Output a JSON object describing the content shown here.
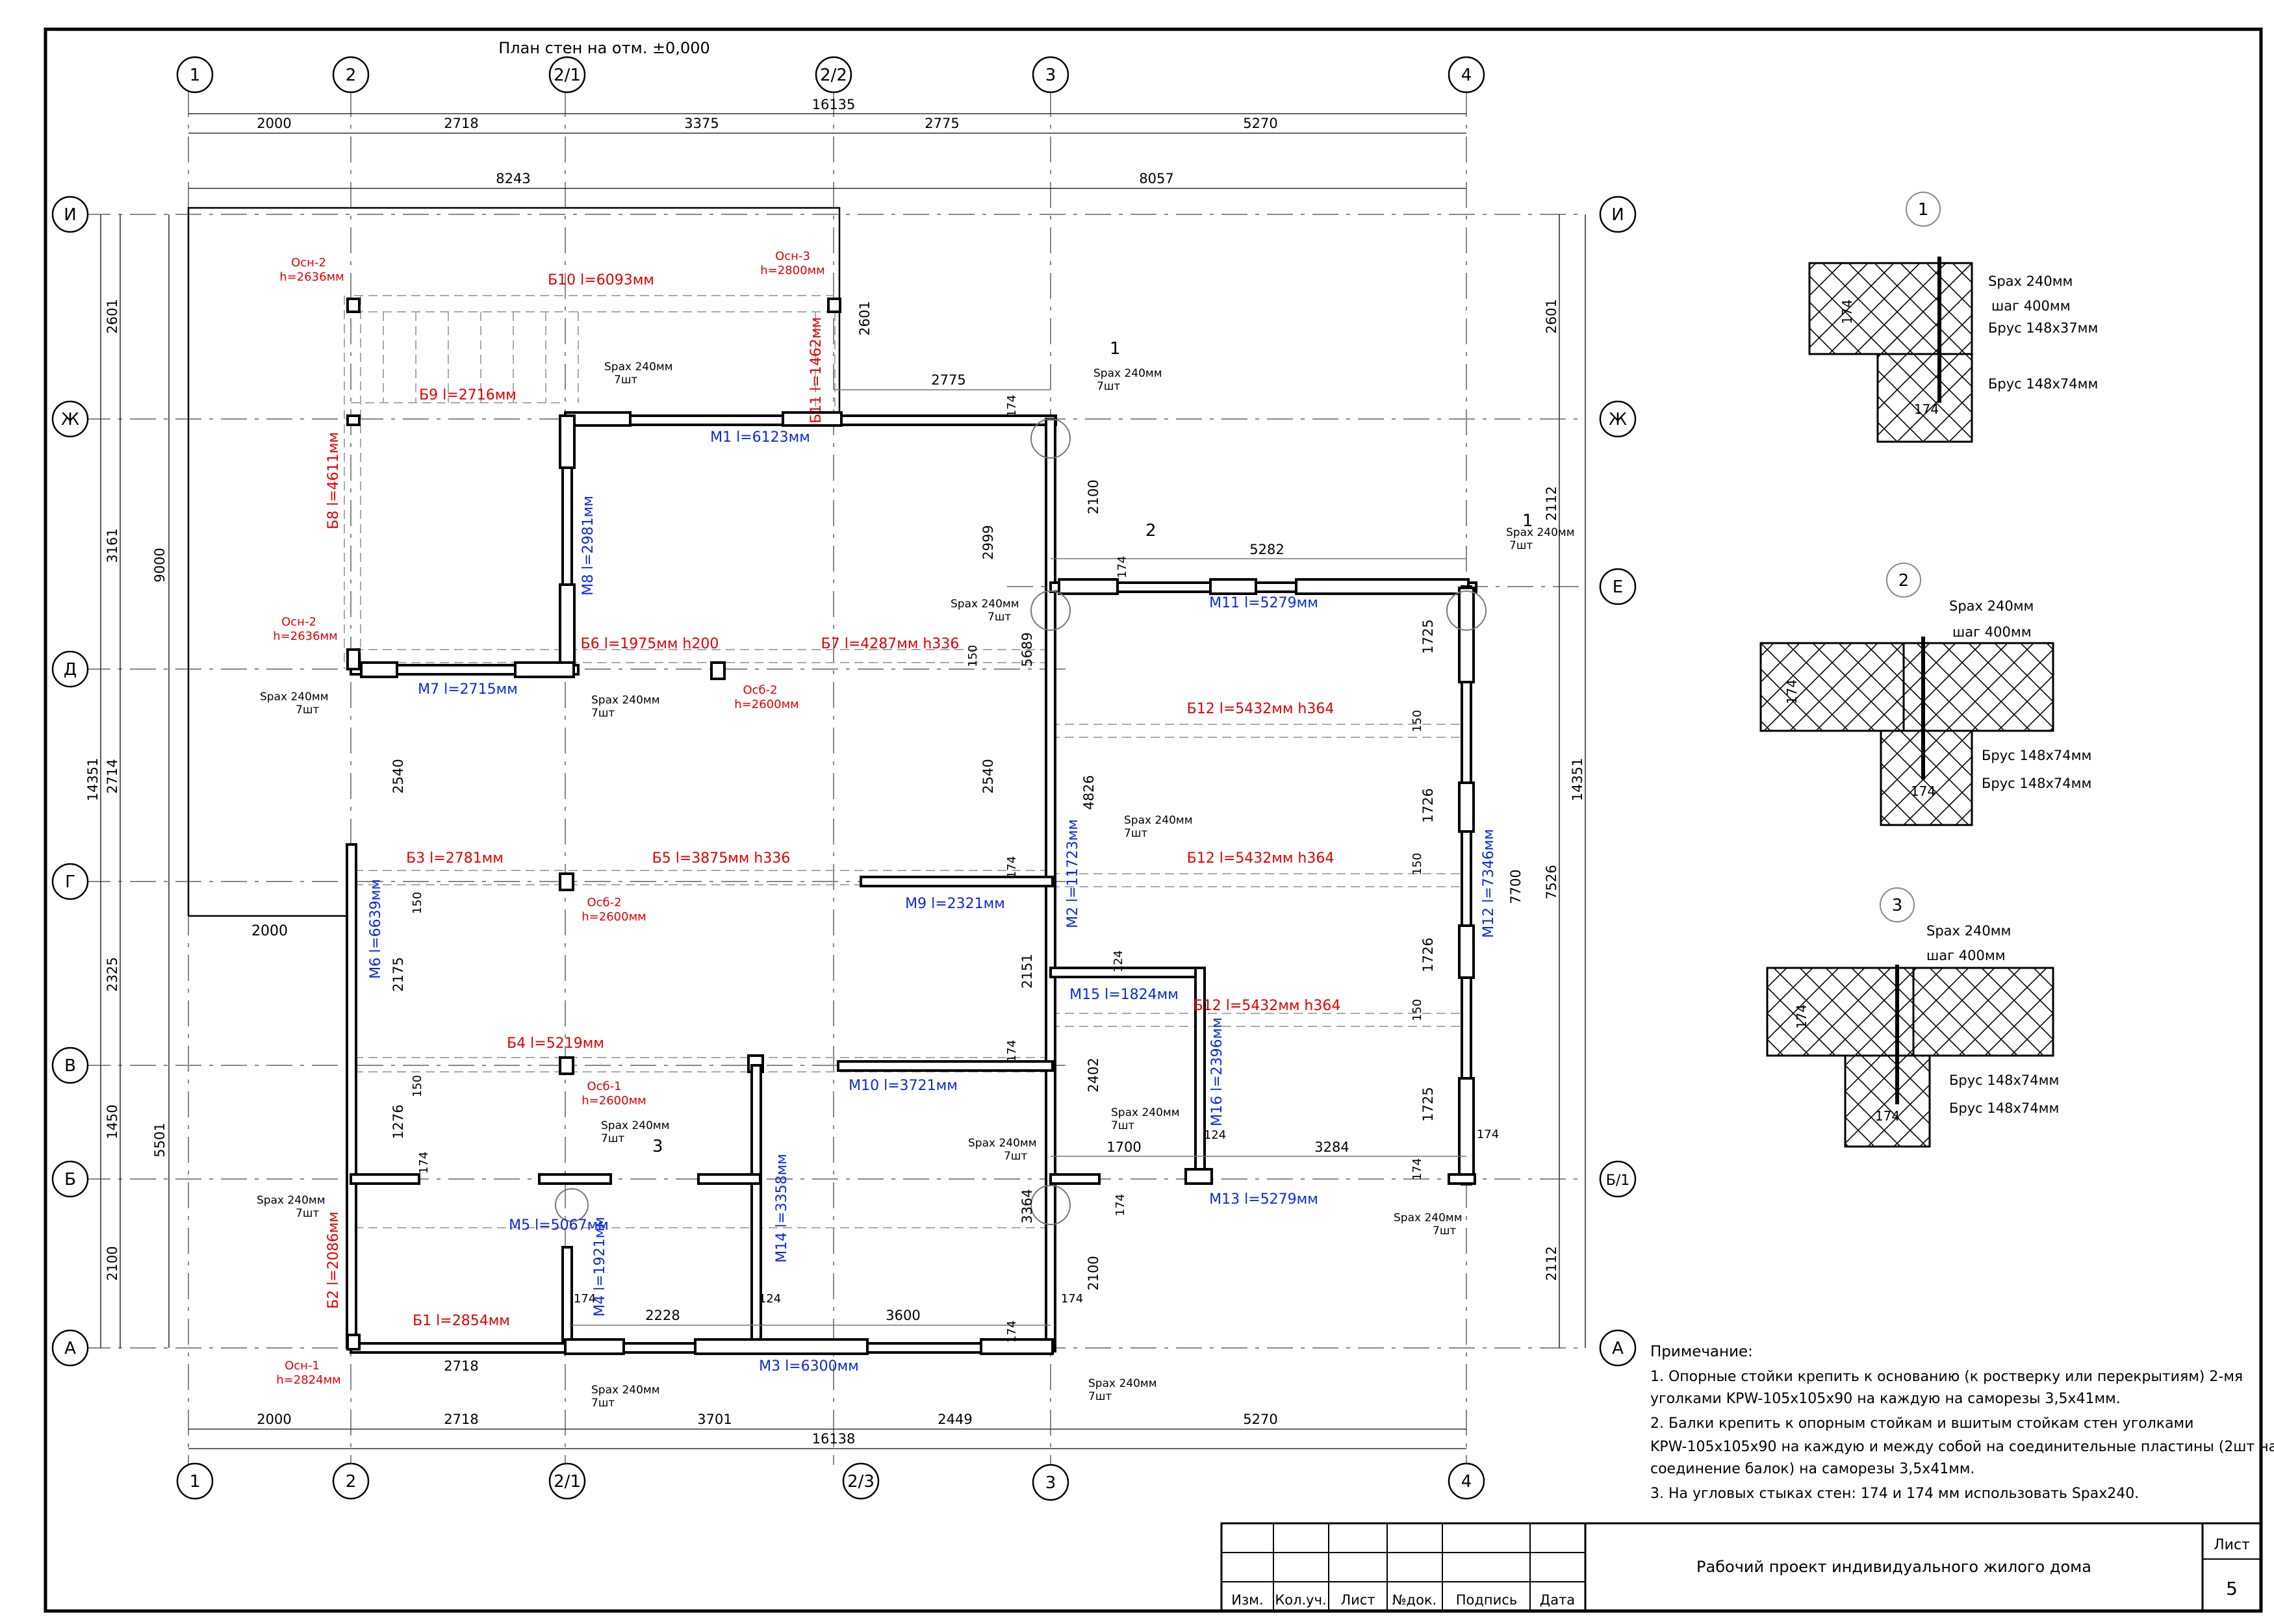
{
  "title": "План стен на отм. ±0,000",
  "axes": {
    "x_top": [
      "1",
      "2",
      "2/1",
      "2/2",
      "3",
      "4"
    ],
    "x_bottom": [
      "1",
      "2",
      "2/1",
      "2/3",
      "3",
      "4"
    ],
    "y_left": [
      "И",
      "Ж",
      "Д",
      "Г",
      "В",
      "Б",
      "А"
    ],
    "y_right": [
      "И",
      "Ж",
      "Е",
      "Б/1",
      "А"
    ]
  },
  "dims_top": {
    "row1": [
      "2000",
      "2718",
      "3375",
      "2775",
      "5270"
    ],
    "total": "16135",
    "row2": [
      "8243",
      "8057"
    ]
  },
  "dims_bottom": {
    "row1": [
      "2000",
      "2718",
      "3701",
      "2449",
      "5270"
    ],
    "total": "16138"
  },
  "dims_left": {
    "outer": [
      "2601",
      "3161",
      "2714",
      "2325",
      "1450",
      "2100"
    ],
    "mid": [
      "9000",
      "5501"
    ],
    "total": "14351"
  },
  "dims_right": {
    "outer": [
      "2601",
      "2112",
      "7526",
      "2112"
    ],
    "total": "14351"
  },
  "dims_inner": [
    "2775",
    "2999",
    "2100",
    "5282",
    "5689",
    "2540",
    "4826",
    "2540",
    "2175",
    "2151",
    "1276",
    "2402",
    "3364",
    "2100",
    "1700",
    "3284",
    "2228",
    "3600",
    "2718",
    "2000",
    "2601",
    "1725",
    "1726",
    "1726",
    "1725",
    "7700",
    "150",
    "150",
    "150",
    "150",
    "150",
    "150",
    "124",
    "124",
    "124",
    "174",
    "174",
    "174",
    "174",
    "174",
    "174",
    "174",
    "174",
    "174",
    "174",
    "174",
    "174",
    "174",
    "174"
  ],
  "beams_red": [
    "Б10 l=6093мм",
    "Б9 l=2716мм",
    "Б11 l=1462мм",
    "Б8 l=4611мм",
    "Б6 l=1975мм h200",
    "Б7 l=4287мм h336",
    "Б12 l=5432мм h364",
    "Б3 l=2781мм",
    "Б5 l=3875мм h336",
    "Б12 l=5432мм h364",
    "Б12 l=5432мм h364",
    "Б4 l=5219мм",
    "Б2 l=2086мм",
    "Б1 l=2854мм"
  ],
  "posts_red": [
    {
      "name": "Осн-2",
      "h": "h=2636мм"
    },
    {
      "name": "Осн-3",
      "h": "h=2800мм"
    },
    {
      "name": "Осн-2",
      "h": "h=2636мм"
    },
    {
      "name": "Осб-2",
      "h": "h=2600мм"
    },
    {
      "name": "Осб-2",
      "h": "h=2600мм"
    },
    {
      "name": "Осб-1",
      "h": "h=2600мм"
    },
    {
      "name": "Осн-1",
      "h": "h=2824мм"
    }
  ],
  "walls_blue": [
    "М1 l=6123мм",
    "М8 l=2981мм",
    "М11 l=5279мм",
    "М7 l=2715мм",
    "М2 l=11723мм",
    "М12 l=7346мм",
    "М9 l=2321мм",
    "М6 l=6639мм",
    "М15 l=1824мм",
    "М16 l=2396мм",
    "М10 l=3721мм",
    "М14 l=3358мм",
    "М5 l=5067мм",
    "М4 l=1921мм",
    "М13 l=5279мм",
    "М3 l=6300мм"
  ],
  "spax": {
    "label": "Spax 240мм",
    "count": "7шт"
  },
  "callouts": [
    "1",
    "2",
    "3",
    "1"
  ],
  "details": [
    {
      "num": "1",
      "labels": [
        "Spax 240мм",
        "шаг 400мм",
        "Брус 148x37мм",
        "Брус 148x74мм"
      ],
      "dims": [
        "174",
        "174"
      ]
    },
    {
      "num": "2",
      "labels": [
        "Spax 240мм",
        "шаг 400мм",
        "Брус 148x74мм",
        "Брус 148x74мм"
      ],
      "dims": [
        "174",
        "174"
      ]
    },
    {
      "num": "3",
      "labels": [
        "Spax 240мм",
        "шаг 400мм",
        "Брус 148x74мм",
        "Брус 148x74мм"
      ],
      "dims": [
        "174",
        "174"
      ]
    }
  ],
  "notes": {
    "heading": "Примечание:",
    "lines": [
      "1. Опорные стойки крепить к основанию (к ростверку или перекрытиям) 2-мя",
      "уголками KPW-105x105x90 на каждую на саморезы 3,5x41мм.",
      "2. Балки крепить к опорным стойкам и вшитым стойкам стен уголками",
      "KPW-105x105x90 на каждую и между собой на соединительные пластины (2шт на",
      "соединение балок) на саморезы 3,5x41мм.",
      "3. На угловых стыках стен: 174 и 174 мм использовать Spax240."
    ]
  },
  "stamp": {
    "cols": [
      "Изм.",
      "Кол.уч.",
      "Лист",
      "№док.",
      "Подпись",
      "Дата"
    ],
    "project": "Рабочий проект индивидуального жилого дома",
    "sheet_label": "Лист",
    "sheet": "5"
  }
}
